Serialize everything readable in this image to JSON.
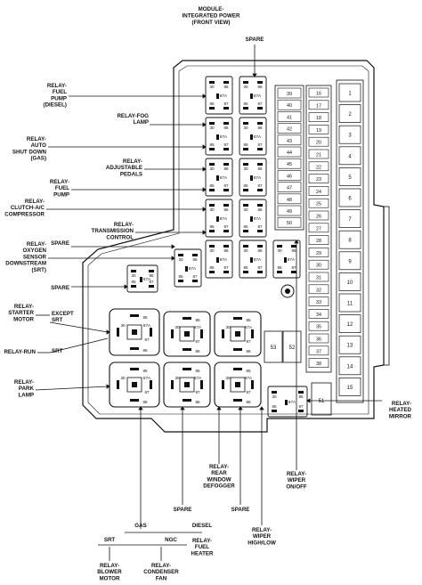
{
  "title": {
    "lines": [
      "MODULE-",
      "INTEGRATED POWER",
      "(FRONT VIEW)"
    ]
  },
  "left_labels": [
    {
      "id": "relay-fuel-pump-diesel",
      "lines": [
        "RELAY-",
        "FUEL",
        "PUMP",
        "(DIESEL)"
      ]
    },
    {
      "id": "relay-fog-lamp",
      "lines": [
        "RELAY-FOG",
        "LAMP"
      ]
    },
    {
      "id": "relay-auto-shut-down",
      "lines": [
        "RELAY-",
        "AUTO",
        "SHUT DOWN",
        "(GAS)"
      ]
    },
    {
      "id": "relay-adjustable-pedals",
      "lines": [
        "RELAY-",
        "ADJUSTABLE",
        "PEDALS"
      ]
    },
    {
      "id": "relay-fuel-pump",
      "lines": [
        "RELAY-",
        "FUEL",
        "PUMP"
      ]
    },
    {
      "id": "relay-clutch-ac",
      "lines": [
        "RELAY-",
        "CLUTCH-A/C",
        "COMPRESSOR"
      ]
    },
    {
      "id": "relay-transmission-control",
      "lines": [
        "RELAY-",
        "TRANSMISSION",
        "CONTROL"
      ]
    },
    {
      "id": "spare-left-1",
      "lines": [
        "SPARE"
      ]
    },
    {
      "id": "relay-oxygen-sensor",
      "lines": [
        "RELAY-",
        "OXYGEN",
        "SENSOR",
        "DOWNSTREAM",
        "(SRT)"
      ]
    },
    {
      "id": "spare-left-2",
      "lines": [
        "SPARE"
      ]
    },
    {
      "id": "relay-starter-motor",
      "lines": [
        "RELAY-",
        "STARTER",
        "MOTOR"
      ]
    },
    {
      "id": "except-srt",
      "lines": [
        "EXCEPT",
        "SRT"
      ]
    },
    {
      "id": "relay-run",
      "lines": [
        "RELAY-RUN"
      ]
    },
    {
      "id": "srt",
      "lines": [
        "SRT"
      ]
    },
    {
      "id": "relay-park-lamp",
      "lines": [
        "RELAY-",
        "PARK",
        "LAMP"
      ]
    }
  ],
  "top_labels": [
    {
      "id": "spare-top",
      "lines": [
        "SPARE"
      ]
    }
  ],
  "right_labels": [
    {
      "id": "relay-heated-mirror",
      "lines": [
        "RELAY-",
        "HEATED",
        "MIRROR"
      ]
    }
  ],
  "bottom_labels": [
    {
      "id": "relay-rear-window-defogger",
      "lines": [
        "RELAY-",
        "REAR",
        "WINDOW",
        "DEFOGGER"
      ]
    },
    {
      "id": "relay-wiper-on-off",
      "lines": [
        "RELAY-",
        "WIPER",
        "ON/OFF"
      ]
    },
    {
      "id": "spare-bottom-1",
      "lines": [
        "SPARE"
      ]
    },
    {
      "id": "spare-bottom-2",
      "lines": [
        "SPARE"
      ]
    },
    {
      "id": "relay-wiper-high-low",
      "lines": [
        "RELAY-",
        "WIPER",
        "HIGH/LOW"
      ]
    },
    {
      "id": "gas",
      "lines": [
        "GAS"
      ]
    },
    {
      "id": "diesel",
      "lines": [
        "DIESEL"
      ]
    },
    {
      "id": "srt-bottom",
      "lines": [
        "SRT"
      ]
    },
    {
      "id": "ngc",
      "lines": [
        "NGC"
      ]
    },
    {
      "id": "relay-blower-motor",
      "lines": [
        "RELAY-",
        "BLOWER",
        "MOTOR"
      ]
    },
    {
      "id": "relay-condenser-fan",
      "lines": [
        "RELAY-",
        "CONDENSER",
        "FAN"
      ]
    },
    {
      "id": "relay-fuel-heater",
      "lines": [
        "RELAY-",
        "FUEL",
        "HEATER"
      ]
    }
  ],
  "pins": {
    "p30": "30",
    "p85": "85",
    "p86": "86",
    "p87": "87",
    "p87a": "87A"
  },
  "cartridge_fuses": [
    "39",
    "40",
    "41",
    "42",
    "43",
    "44",
    "45",
    "46",
    "47",
    "48",
    "49",
    "50"
  ],
  "mini_fuses": [
    "16",
    "17",
    "18",
    "19",
    "20",
    "21",
    "22",
    "23",
    "24",
    "25",
    "26",
    "27",
    "28",
    "29",
    "30",
    "31",
    "32",
    "33",
    "34",
    "35",
    "36",
    "37",
    "38"
  ],
  "maxi_fuses": [
    "1",
    "2",
    "3",
    "4",
    "5",
    "6",
    "7",
    "8",
    "9",
    "10",
    "11",
    "12",
    "13",
    "14",
    "15"
  ],
  "center_fuses": [
    "53",
    "52"
  ],
  "small_fuse": "51"
}
